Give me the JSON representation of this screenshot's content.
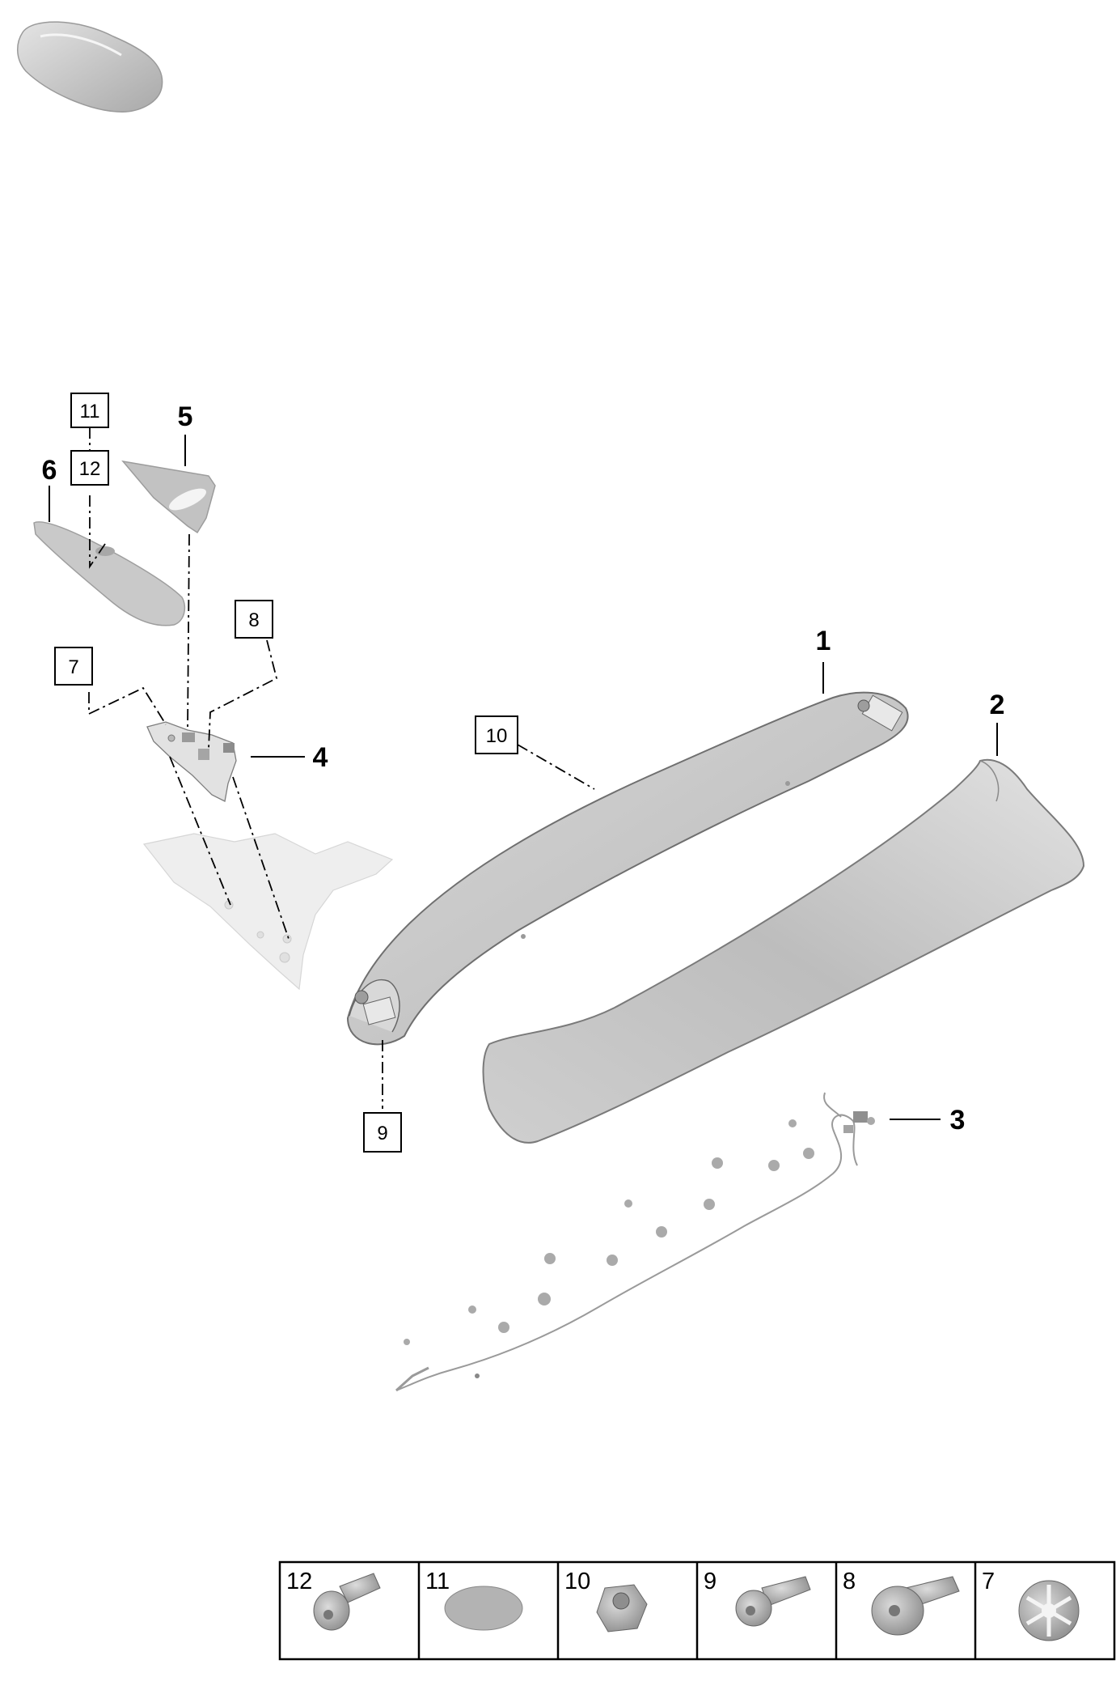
{
  "callouts_bold": {
    "p1": "1",
    "p2": "2",
    "p3": "3",
    "p4": "4",
    "p5": "5",
    "p6": "6"
  },
  "callouts_boxed": {
    "b7": "7",
    "b8": "8",
    "b9": "9",
    "b10": "10",
    "b11": "11",
    "b12": "12"
  },
  "legend": [
    {
      "number": "12",
      "icon": "screw-flange-torx-icon"
    },
    {
      "number": "11",
      "icon": "cap-disc-icon"
    },
    {
      "number": "10",
      "icon": "hex-flange-nut-icon"
    },
    {
      "number": "9",
      "icon": "stud-bolt-torx-icon"
    },
    {
      "number": "8",
      "icon": "screw-washer-torx-icon"
    },
    {
      "number": "7",
      "icon": "push-nut-clip-icon"
    }
  ],
  "colors": {
    "part_fill": "#c9c9c9",
    "part_dark": "#8f8f8f",
    "line": "#000000",
    "ghost": "#e9e9e9"
  }
}
